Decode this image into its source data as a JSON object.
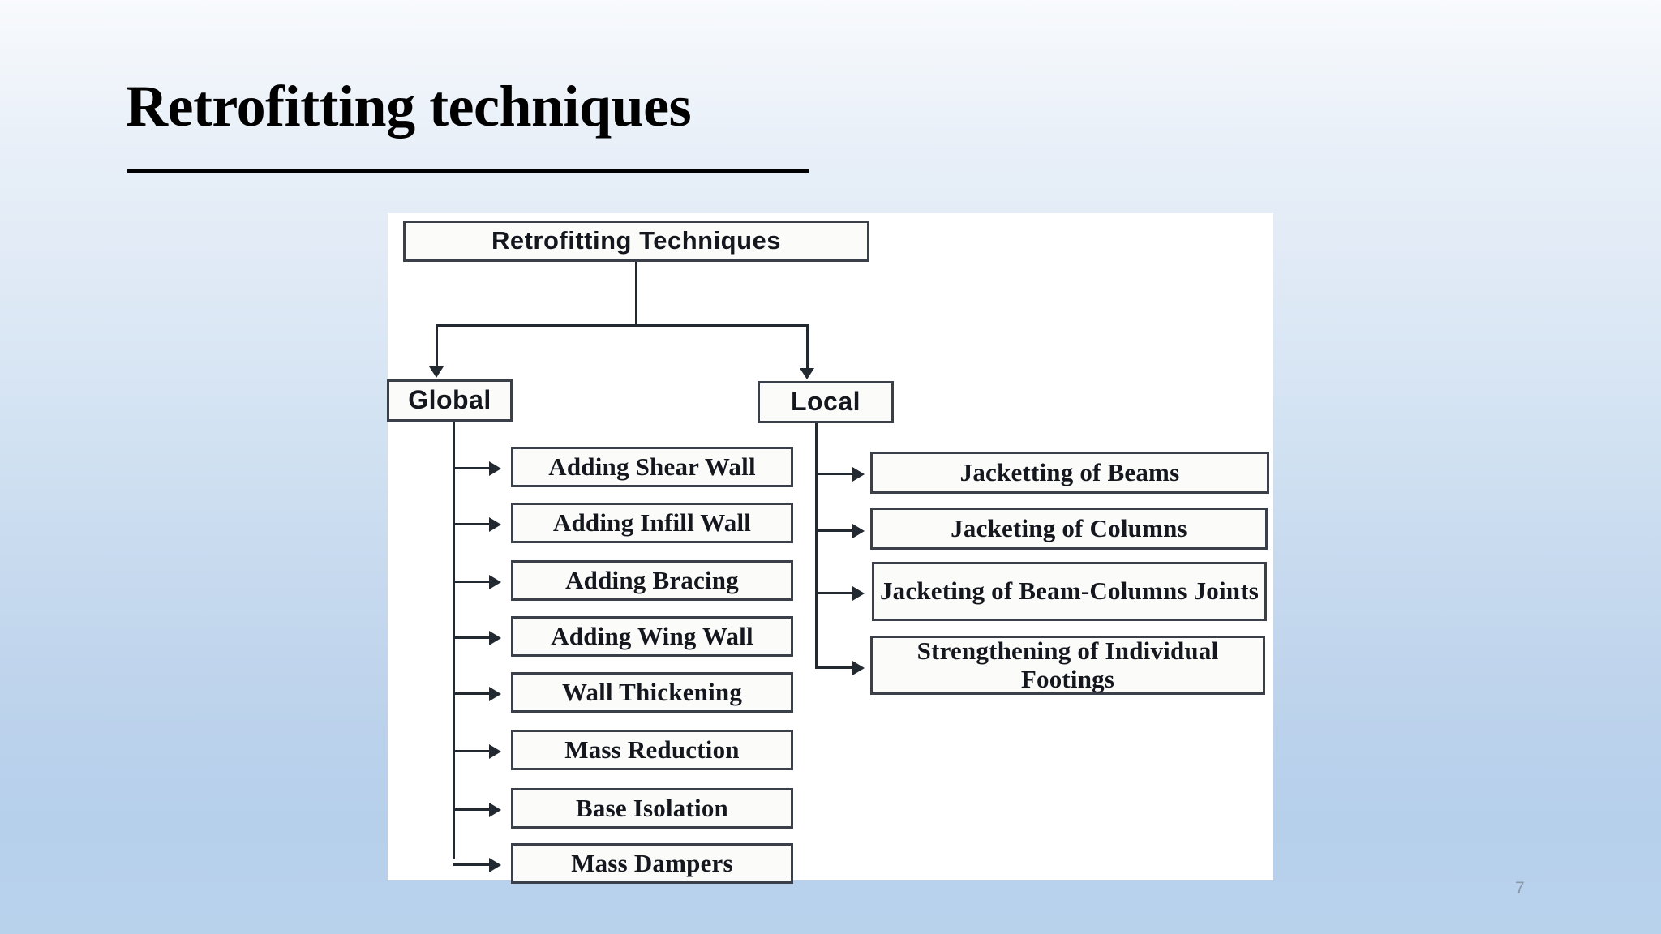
{
  "slide": {
    "title": "Retrofitting techniques",
    "page_number": "7",
    "background_top_color": "#f8fafd",
    "background_bottom_color": "#b9d2ec"
  },
  "diagram": {
    "type": "tree",
    "root": {
      "label": "Retrofitting Techniques"
    },
    "branches": [
      {
        "label": "Global"
      },
      {
        "label": "Local"
      }
    ],
    "global_items": [
      {
        "label": "Adding Shear Wall"
      },
      {
        "label": "Adding Infill Wall"
      },
      {
        "label": "Adding Bracing"
      },
      {
        "label": "Adding Wing Wall"
      },
      {
        "label": "Wall Thickening"
      },
      {
        "label": "Mass Reduction"
      },
      {
        "label": "Base Isolation"
      },
      {
        "label": "Mass Dampers"
      }
    ],
    "local_items": [
      {
        "label": "Jacketting of Beams"
      },
      {
        "label": "Jacketing of Columns"
      },
      {
        "label": "Jacketing of Beam-Columns Joints"
      },
      {
        "label": "Strengthening of Individual Footings"
      }
    ],
    "box_border_color": "#3a3f4a",
    "connector_color": "#232931",
    "box_fill_color": "#fbfbfa"
  }
}
